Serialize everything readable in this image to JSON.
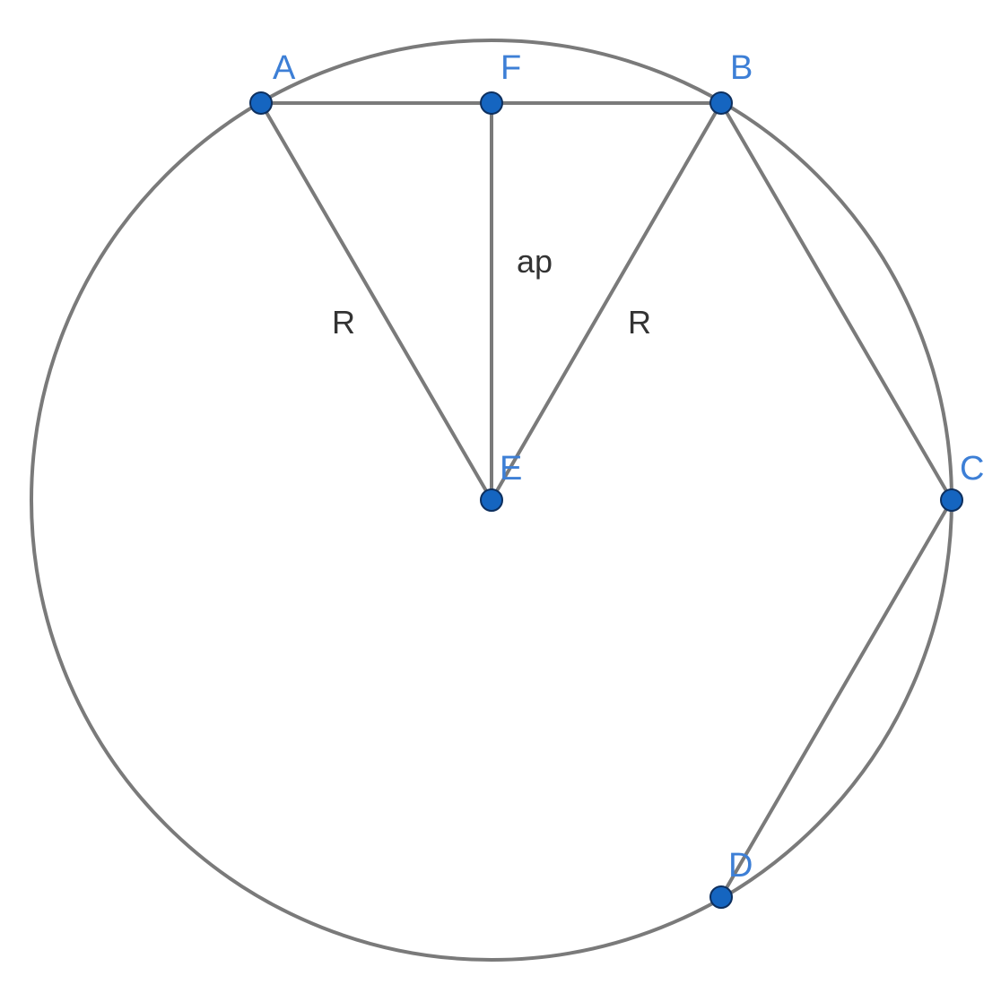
{
  "points": {
    "A": "A",
    "B": "B",
    "C": "C",
    "D": "D",
    "E": "E",
    "F": "F"
  },
  "segment_labels": {
    "AE": "R",
    "EF": "ap",
    "BE": "R"
  },
  "colors": {
    "line": "#7a7a7a",
    "point_fill": "#1565c0",
    "point_label": "#3d7fd6",
    "segment_label": "#333333"
  }
}
